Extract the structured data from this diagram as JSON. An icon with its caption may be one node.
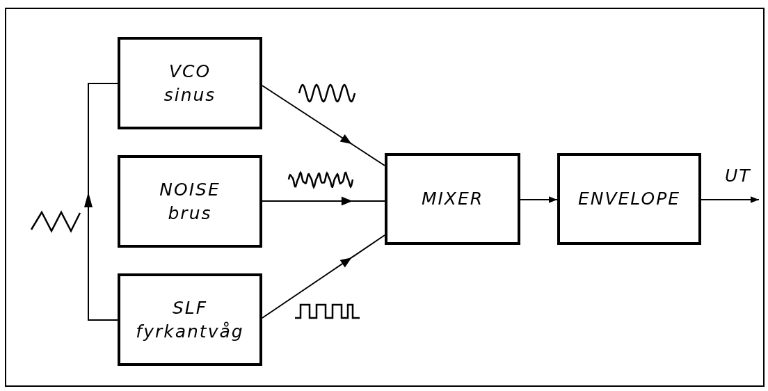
{
  "diagram": {
    "nodes": [
      {
        "text": [
          "VCO",
          "sinus"
        ]
      },
      {
        "text": [
          "NOISE",
          "brus"
        ]
      },
      {
        "text": [
          "SLF",
          "fyrkantvåg"
        ]
      },
      {
        "text": [
          "MIXER"
        ]
      },
      {
        "text": [
          "ENVELOPE"
        ]
      }
    ],
    "edges": [
      {
        "from": 0,
        "to": 3,
        "arrow": "to"
      },
      {
        "from": 1,
        "to": 3,
        "arrow": "to"
      },
      {
        "from": 2,
        "to": 3,
        "arrow": "to"
      },
      {
        "from": 3,
        "to": 4,
        "arrow": "to"
      },
      {
        "from": 4,
        "to": null,
        "arrow": "to",
        "label": "UT"
      },
      {
        "from": 2,
        "to": 0,
        "arrow": "to"
      }
    ]
  }
}
